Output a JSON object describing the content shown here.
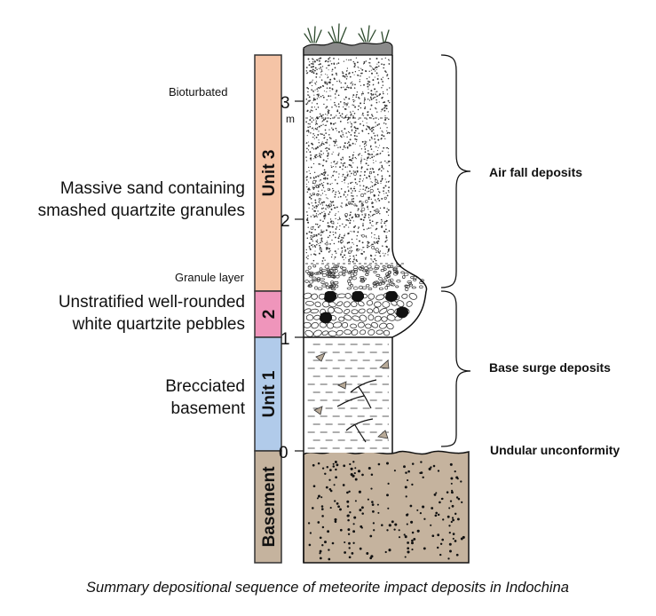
{
  "units": [
    {
      "label": "Unit 3",
      "color": "#f5c4a6"
    },
    {
      "label": "2",
      "color": "#ef95bb"
    },
    {
      "label": "Unit 1",
      "color": "#b1cbea"
    },
    {
      "label": "Basement",
      "color": "#c5b39e"
    }
  ],
  "depth_scale": {
    "ticks": [
      "0",
      "1",
      "2",
      "3"
    ],
    "unit": "m"
  },
  "left_annotations": {
    "bioturbated": "Bioturbated",
    "massive_sand_line1": "Massive sand containing",
    "massive_sand_line2": "smashed quartzite granules",
    "granule_layer": "Granule layer",
    "pebbles_line1": "Unstratified well-rounded",
    "pebbles_line2": "white quartzite pebbles",
    "brecciated_line1": "Brecciated",
    "brecciated_line2": "basement"
  },
  "right_annotations": {
    "air_fall": "Air fall deposits",
    "base_surge": "Base surge deposits",
    "unconformity": "Undular unconformity"
  },
  "caption": "Summary depositional sequence of meteorite impact deposits in Indochina",
  "colors": {
    "sand": "#ffffff",
    "basement_fill": "#c5b39e",
    "outline": "#111111",
    "topsoil": "#8a8a8a",
    "grass": "#2d4a2d"
  }
}
